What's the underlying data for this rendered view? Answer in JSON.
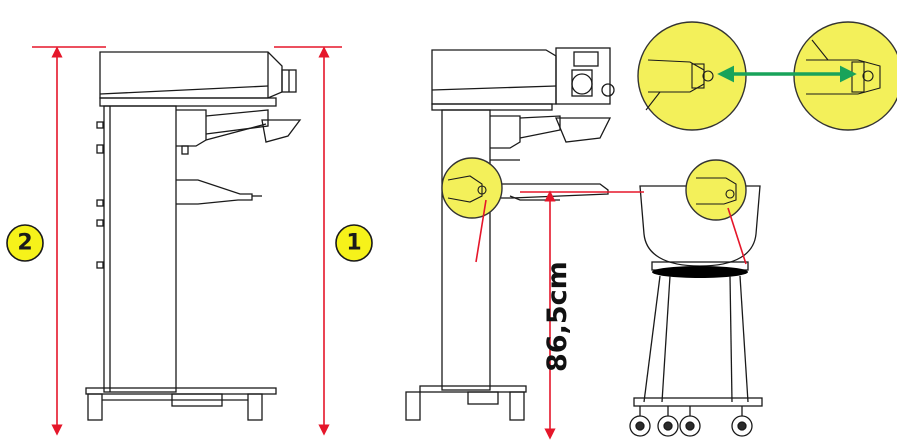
{
  "diagram": {
    "badges": [
      {
        "id": "badge-2",
        "label": "2"
      },
      {
        "id": "badge-1",
        "label": "1"
      }
    ],
    "height_label": "86,5cm",
    "colors": {
      "dimension": "#e5162a",
      "highlight": "#f3f05a",
      "badge": "#f6f21a",
      "swap_arrow": "#19a35a",
      "outline": "#1a1a1a"
    },
    "icons": {
      "swap_arrow": "double-arrow-icon",
      "dimension_arrow": "dimension-arrow-icon"
    }
  }
}
